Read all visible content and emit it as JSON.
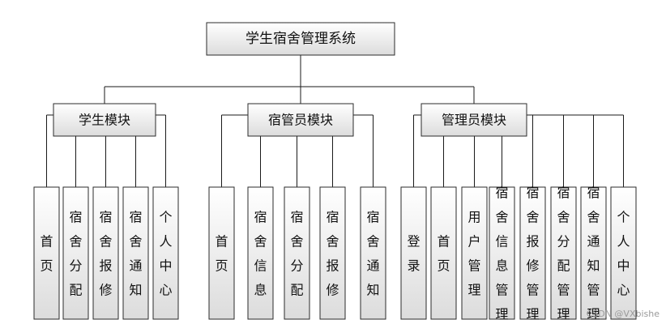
{
  "title": "学生宿舍管理系统",
  "modules": [
    {
      "name": "学生模块",
      "leaves": [
        "首页",
        "宿舍分配",
        "宿舍报修",
        "宿舍通知",
        "个人中心"
      ]
    },
    {
      "name": "宿管员模块",
      "leaves": [
        "首页",
        "宿舍信息",
        "宿舍分配",
        "宿舍报修",
        "宿舍通知"
      ]
    },
    {
      "name": "管理员模块",
      "leaves": [
        "登录",
        "首页",
        "用户管理",
        "宿舍信息管理",
        "宿舍报修管理",
        "宿舍分配管理",
        "宿舍通知管理",
        "个人中心"
      ]
    }
  ],
  "watermark": "CSDN @VXbishe"
}
